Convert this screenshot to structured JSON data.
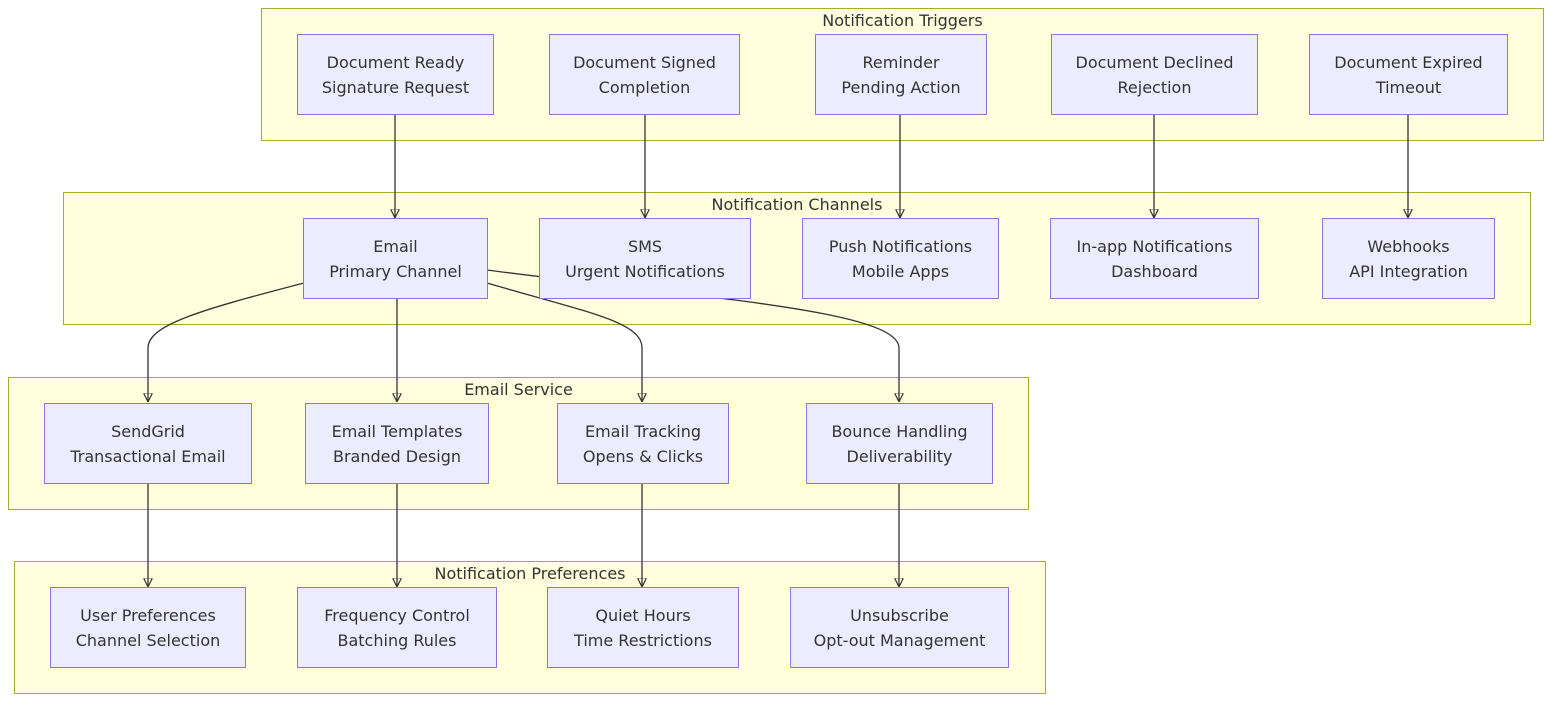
{
  "groups": {
    "triggers": {
      "title": "Notification Triggers"
    },
    "channels": {
      "title": "Notification Channels"
    },
    "email_service": {
      "title": "Email Service"
    },
    "preferences": {
      "title": "Notification Preferences"
    }
  },
  "nodes": {
    "doc_ready": {
      "line1": "Document Ready",
      "line2": "Signature Request"
    },
    "doc_signed": {
      "line1": "Document Signed",
      "line2": "Completion"
    },
    "reminder": {
      "line1": "Reminder",
      "line2": "Pending Action"
    },
    "doc_declined": {
      "line1": "Document Declined",
      "line2": "Rejection"
    },
    "doc_expired": {
      "line1": "Document Expired",
      "line2": "Timeout"
    },
    "email": {
      "line1": "Email",
      "line2": "Primary Channel"
    },
    "sms": {
      "line1": "SMS",
      "line2": "Urgent Notifications"
    },
    "push": {
      "line1": "Push Notifications",
      "line2": "Mobile Apps"
    },
    "inapp": {
      "line1": "In-app Notifications",
      "line2": "Dashboard"
    },
    "webhooks": {
      "line1": "Webhooks",
      "line2": "API Integration"
    },
    "sendgrid": {
      "line1": "SendGrid",
      "line2": "Transactional Email"
    },
    "templates": {
      "line1": "Email Templates",
      "line2": "Branded Design"
    },
    "tracking": {
      "line1": "Email Tracking",
      "line2": "Opens & Clicks"
    },
    "bounce": {
      "line1": "Bounce Handling",
      "line2": "Deliverability"
    },
    "user_prefs": {
      "line1": "User Preferences",
      "line2": "Channel Selection"
    },
    "frequency": {
      "line1": "Frequency Control",
      "line2": "Batching Rules"
    },
    "quiet_hours": {
      "line1": "Quiet Hours",
      "line2": "Time Restrictions"
    },
    "unsubscribe": {
      "line1": "Unsubscribe",
      "line2": "Opt-out Management"
    }
  },
  "edges": [
    {
      "from": "doc_ready",
      "to": "email"
    },
    {
      "from": "doc_signed",
      "to": "sms"
    },
    {
      "from": "reminder",
      "to": "push"
    },
    {
      "from": "doc_declined",
      "to": "inapp"
    },
    {
      "from": "doc_expired",
      "to": "webhooks"
    },
    {
      "from": "email",
      "to": "sendgrid"
    },
    {
      "from": "email",
      "to": "templates"
    },
    {
      "from": "email",
      "to": "tracking"
    },
    {
      "from": "email",
      "to": "bounce"
    },
    {
      "from": "sendgrid",
      "to": "user_prefs"
    },
    {
      "from": "templates",
      "to": "frequency"
    },
    {
      "from": "tracking",
      "to": "quiet_hours"
    },
    {
      "from": "bounce",
      "to": "unsubscribe"
    }
  ],
  "colors": {
    "group_fill": "#ffffde",
    "group_border": "#aaaa33",
    "node_fill": "#ececff",
    "node_border": "#9370db",
    "edge": "#333333",
    "text": "#333333"
  }
}
